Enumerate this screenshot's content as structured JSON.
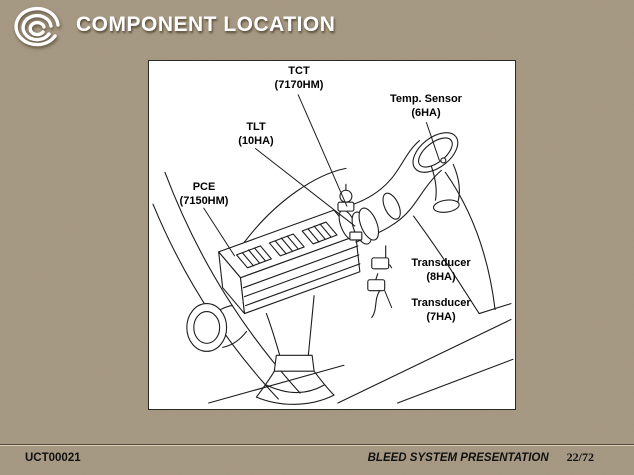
{
  "slide": {
    "title": "COMPONENT LOCATION",
    "colors": {
      "background": "#a89a84",
      "title_text": "#ffffff",
      "panel_bg": "#ffffff",
      "line_art": "#1c1c1c",
      "footer_text": "#111111"
    },
    "logo_icon": "swirl-logo-icon",
    "footer": {
      "doc_id": "UCT00021",
      "presentation": "BLEED SYSTEM PRESENTATION",
      "page": "22/72"
    },
    "diagram": {
      "labels": [
        {
          "name": "TCT",
          "id": "(7170HM)"
        },
        {
          "name": "Temp. Sensor",
          "id": "(6HA)"
        },
        {
          "name": "TLT",
          "id": "(10HA)"
        },
        {
          "name": "PCE",
          "id": "(7150HM)"
        },
        {
          "name": "Transducer",
          "id": "(8HA)"
        },
        {
          "name": "Transducer",
          "id": "(7HA)"
        }
      ]
    }
  }
}
